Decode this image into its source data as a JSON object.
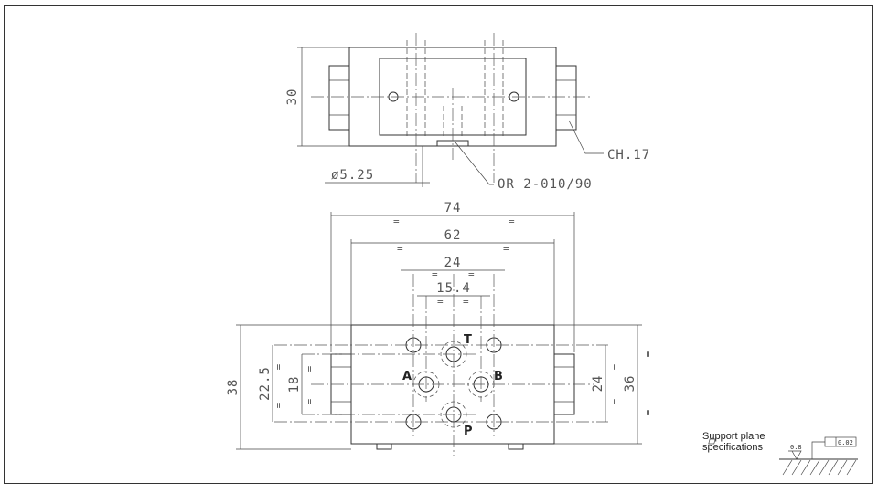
{
  "top_view": {
    "dim_height": "30",
    "dim_hole": "ø5.25",
    "label_hex": "CH.17",
    "label_oring": "OR 2-010/90"
  },
  "front_view": {
    "dim_74": "74",
    "dim_62": "62",
    "dim_24_top": "24",
    "dim_15_4": "15.4",
    "dim_38": "38",
    "dim_22_5": "22.5",
    "dim_18": "18",
    "dim_24_right": "24",
    "dim_36": "36",
    "eq": "=",
    "ports": {
      "T": "T",
      "A": "A",
      "B": "B",
      "P": "P"
    }
  },
  "support": {
    "label": "Support plane\nspecifications",
    "roughness": "0.8",
    "flatness": "0.02"
  }
}
